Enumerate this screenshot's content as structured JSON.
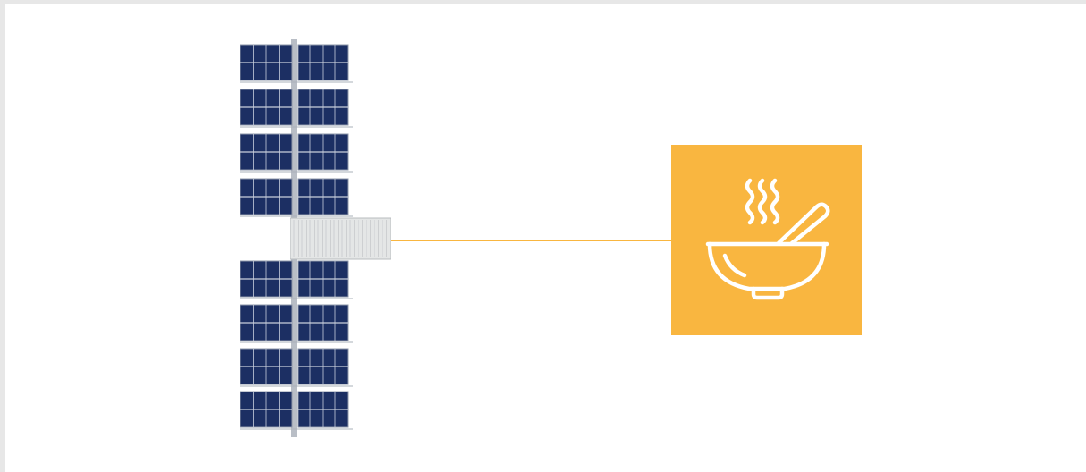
{
  "diagram": {
    "nodes": [
      {
        "id": "solar-container",
        "icon": "solar-panel-container-icon",
        "label": ""
      },
      {
        "id": "food",
        "icon": "hot-soup-bowl-icon",
        "label": ""
      }
    ],
    "edges": [
      {
        "from": "solar-container",
        "to": "food"
      }
    ]
  },
  "colors": {
    "background": "#ffffff",
    "frame": "#e7e7e7",
    "accent": "#f9b640",
    "panel": "#1c2f63",
    "panel_grid": "#c9cfdc",
    "container": "#e4e6e6"
  }
}
